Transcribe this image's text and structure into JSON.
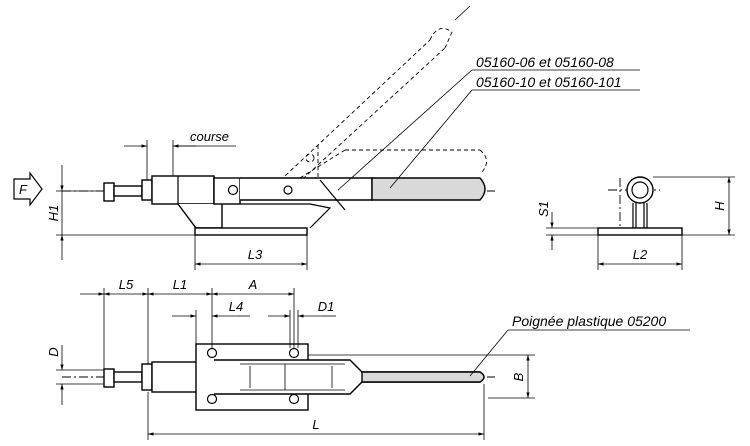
{
  "labels": {
    "course": "course",
    "force": "F",
    "h1": "H1",
    "l3": "L3",
    "s1": "S1",
    "h": "H",
    "l2": "L2",
    "l5": "L5",
    "l1": "L1",
    "a": "A",
    "l4": "L4",
    "d1": "D1",
    "d": "D",
    "b": "B",
    "l": "L"
  },
  "callouts": {
    "variant_1": "05160-06 et 05160-08",
    "variant_2": "05160-10 et 05160-101",
    "handle": "Poignée plastique 05200"
  },
  "colors": {
    "line": "#000000",
    "grip_fill": "#d9d9d9",
    "background": "#ffffff"
  }
}
